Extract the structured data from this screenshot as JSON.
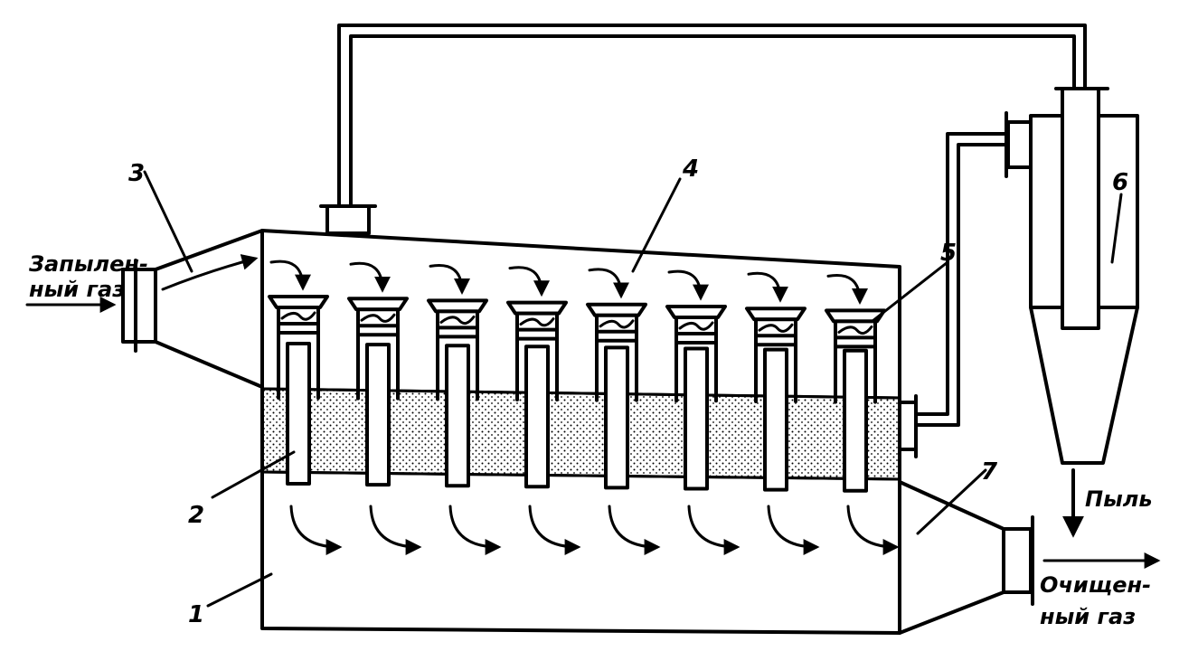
{
  "labels": {
    "inlet_gas": [
      "Запылен-",
      "ный газ"
    ],
    "outlet_gas": [
      "Очищен-",
      "ный газ"
    ],
    "dust": "Пыль"
  },
  "callouts": [
    "1",
    "2",
    "3",
    "4",
    "5",
    "6",
    "7"
  ],
  "cyclone_count": 8
}
